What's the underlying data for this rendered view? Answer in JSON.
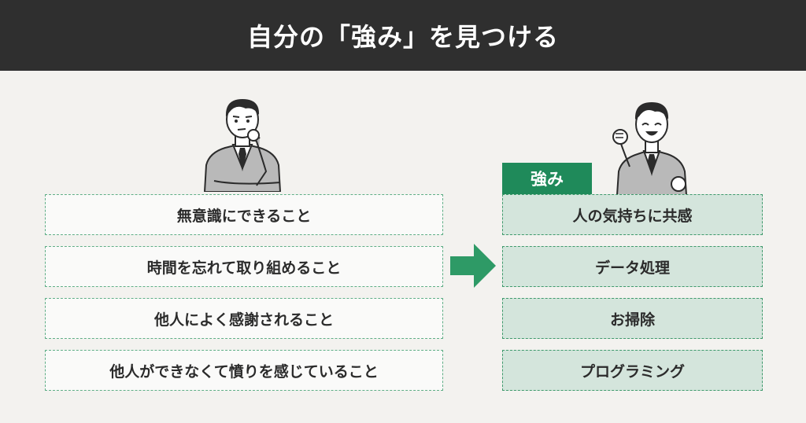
{
  "header": {
    "title": "自分の「強み」を見つける"
  },
  "left_items": [
    "無意識にできること",
    "時間を忘れて取り組めること",
    "他人によく感謝されること",
    "他人ができなくて憤りを感じていること"
  ],
  "badge": {
    "label": "強み"
  },
  "right_items": [
    "人の気持ちに共感",
    "データ処理",
    "お掃除",
    "プログラミング"
  ],
  "colors": {
    "header_bg": "#2f2f2f",
    "background": "#f3f2ef",
    "accent_green": "#1f8a5a",
    "strength_box_bg": "#d4e5dc",
    "arrow_green": "#2e9a66"
  }
}
